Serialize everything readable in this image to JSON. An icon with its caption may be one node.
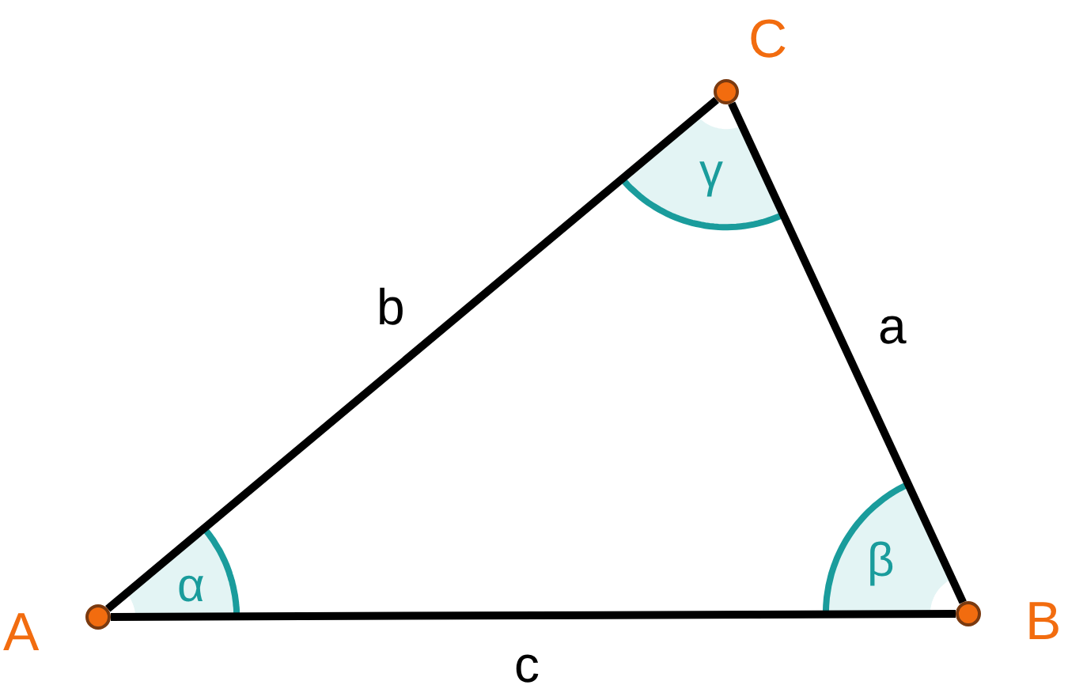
{
  "diagram": {
    "nodes": [
      {
        "text": [],
        "shape": "circle",
        "beside": [
          "A"
        ]
      },
      {
        "text": [],
        "shape": "circle",
        "beside": [
          "B"
        ]
      },
      {
        "text": [],
        "shape": "circle",
        "beside": [
          "C"
        ]
      },
      {
        "text": [
          "α"
        ]
      },
      {
        "text": [
          "β"
        ]
      },
      {
        "text": [
          "γ"
        ]
      }
    ],
    "edges": [
      {
        "from": 0,
        "to": 2,
        "arrow": "none",
        "label": "b"
      },
      {
        "from": 2,
        "to": 1,
        "arrow": "none",
        "label": "a"
      },
      {
        "from": 0,
        "to": 1,
        "arrow": "none",
        "label": "c"
      }
    ]
  }
}
